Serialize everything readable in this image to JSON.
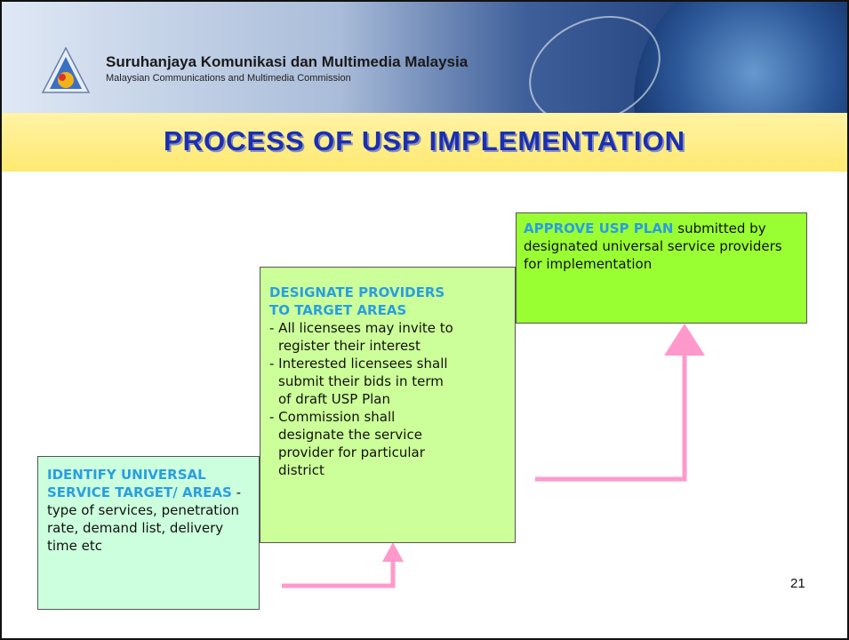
{
  "header": {
    "org_name": "Suruhanjaya Komunikasi dan Multimedia Malaysia",
    "org_subtitle": "Malaysian Communications and Multimedia Commission"
  },
  "slide": {
    "title": "PROCESS OF USP IMPLEMENTATION",
    "page_number": "21"
  },
  "steps": {
    "identify": {
      "heading": "IDENTIFY UNIVERSAL SERVICE TARGET/ AREAS",
      "body": " - type of services, penetration rate, demand list, delivery time etc"
    },
    "designate": {
      "heading_1": "DESIGNATE PROVIDERS",
      "heading_2": "TO TARGET AREAS",
      "bullet_1a": "- All licensees may invite to",
      "bullet_1b": "register their interest",
      "bullet_2a": "- Interested licensees shall",
      "bullet_2b": "submit their bids in term",
      "bullet_2c": "of draft USP Plan",
      "bullet_3a": "- Commission shall",
      "bullet_3b": "designate the service",
      "bullet_3c": "provider for particular",
      "bullet_3d": "district"
    },
    "approve": {
      "heading": "APPROVE USP PLAN",
      "body": " submitted by designated universal service providers for implementation"
    }
  },
  "colors": {
    "title_text": "#1b2fb0",
    "heading_text": "#2a9ee0",
    "arrow": "#ff99cc",
    "box1_fill": "#ccffdd",
    "box2_fill": "#ccff99",
    "box3_fill": "#99ff33",
    "title_bar": "#ffe970"
  }
}
